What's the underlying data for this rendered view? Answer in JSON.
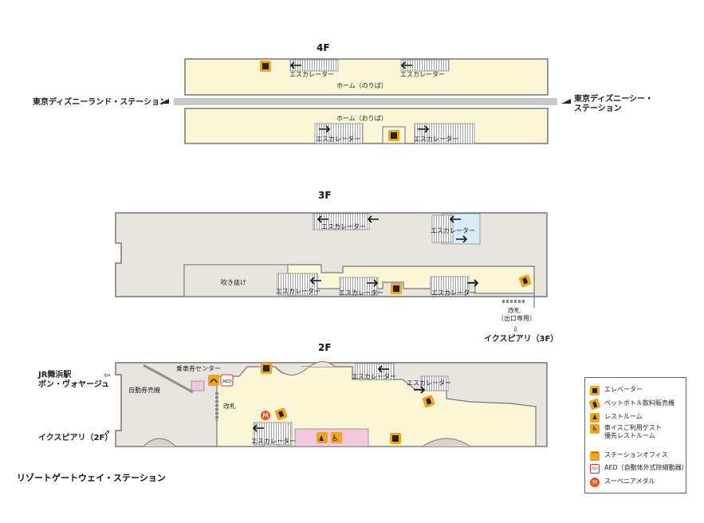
{
  "floors": {
    "f4": {
      "label": "4F",
      "platform_top": "ホーム（のりば）",
      "platform_bottom": "ホーム（おりば）",
      "escalator": "エスカレーター",
      "dest_left": "東京ディズニーランド・ステーション",
      "dest_right_1": "東京ディズニーシー・",
      "dest_right_2": "ステーション"
    },
    "f3": {
      "label": "3F",
      "escalator": "エスカレーター",
      "atrium": "吹き抜け",
      "gate_1": "改札",
      "gate_2": "（出口専用）",
      "exit": "イクスピアリ（3F）"
    },
    "f2": {
      "label": "2F",
      "escalator": "エスカレーター",
      "ticket_center": "乗車券センター",
      "ticket_machine": "自動券売機",
      "gate": "改札",
      "exit_jr_1": "JR舞浜駅",
      "exit_jr_2": "ボン・ヴォヤージュ",
      "exit_ikspiari": "イクスピアリ（2F）",
      "aed": "AED"
    }
  },
  "legend": [
    {
      "icon": "elevator-icon",
      "text": "エレベーター"
    },
    {
      "icon": "vending-icon",
      "text": "ペットボトル飲料販売機"
    },
    {
      "icon": "restroom-icon",
      "text": "レストルーム"
    },
    {
      "icon": "wheelchair-icon",
      "text": "車イスご利用ゲスト\n優先レストルーム"
    },
    {
      "icon": "station-office-icon",
      "text": "ステーションオフィス"
    },
    {
      "icon": "aed-icon",
      "text": "AED（自動体外式除細動器）"
    },
    {
      "icon": "souvenir-medal-icon",
      "text": "スーベニアメダル"
    }
  ],
  "caption": "リゾートゲートウェイ・ステーション",
  "colors": {
    "station_fill": "#fcf6d8",
    "outer_fill": "#e8e5e0",
    "stroke": "#777777",
    "track": "#c8c8c8",
    "icon_orange": "#f0a41c",
    "restroom_pink": "#f4c8dc",
    "escalator_blue": "#d6ecf7"
  }
}
